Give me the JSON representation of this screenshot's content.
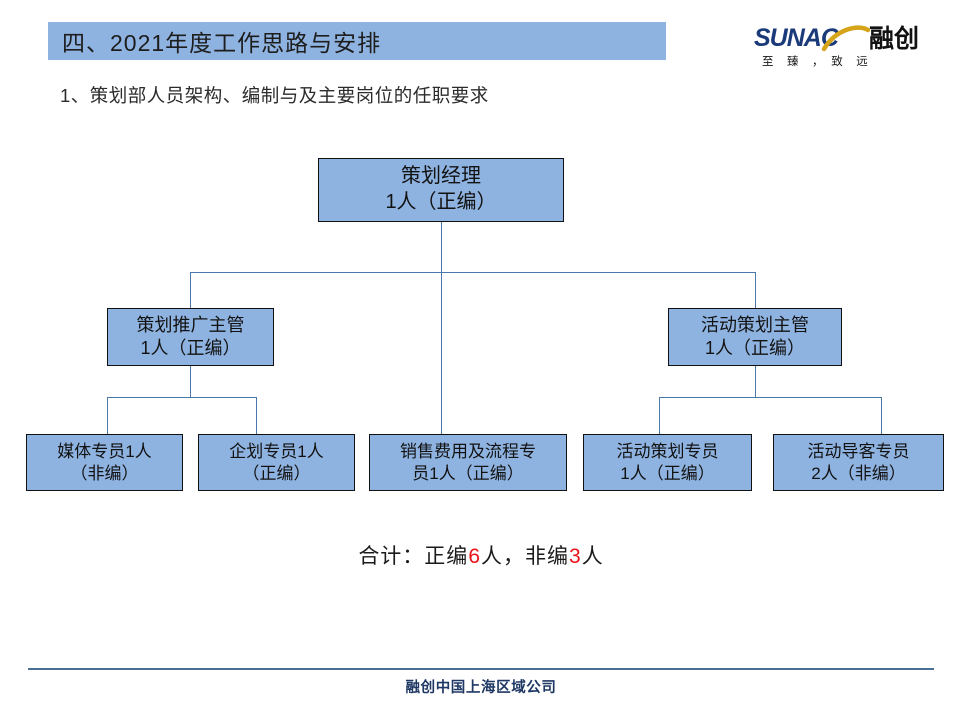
{
  "header": {
    "title": "四、2021年度工作思路与安排",
    "subtitle": "1、策划部人员架构、编制与及主要岗位的任职要求",
    "title_bar_color": "#8FB3E0"
  },
  "logo": {
    "wordmark": "SUNAC",
    "wordmark_cn": "融创",
    "tagline": "至　臻　，　致　远",
    "wordmark_color": "#1B3A7A",
    "swoosh_color": "#D6A419",
    "tagline_color": "#1a1a1a"
  },
  "org_chart": {
    "box_fill": "#8FB3E0",
    "box_border": "#111111",
    "connector_color": "#4a76a8",
    "nodes": [
      {
        "id": "manager",
        "level": 1,
        "line1": "策划经理",
        "line2": "1人（正编）"
      },
      {
        "id": "promo-supervisor",
        "level": 2,
        "line1": "策划推广主管",
        "line2": "1人（正编）"
      },
      {
        "id": "event-supervisor",
        "level": 2,
        "line1": "活动策划主管",
        "line2": "1人（正编）"
      },
      {
        "id": "media-specialist",
        "level": 3,
        "line1": "媒体专员1人",
        "line2": "（非编）"
      },
      {
        "id": "planning-specialist",
        "level": 3,
        "line1": "企划专员1人",
        "line2": "（正编）"
      },
      {
        "id": "sales-cost-specialist",
        "level": 3,
        "line1": "销售费用及流程专",
        "line2": "员1人（正编）"
      },
      {
        "id": "event-planning-specialist",
        "level": 3,
        "line1": "活动策划专员",
        "line2": "1人（正编）"
      },
      {
        "id": "event-guide-specialist",
        "level": 3,
        "line1": "活动导客专员",
        "line2": "2人（非编）"
      }
    ]
  },
  "summary": {
    "prefix": "合计：正编",
    "regular_count": "6",
    "middle": "人，非编",
    "temp_count": "3",
    "suffix": "人",
    "highlight_color": "#e8141a"
  },
  "footer": {
    "text": "融创中国上海区域公司",
    "rule_color": "#4a6f96",
    "text_color": "#1f3864"
  }
}
